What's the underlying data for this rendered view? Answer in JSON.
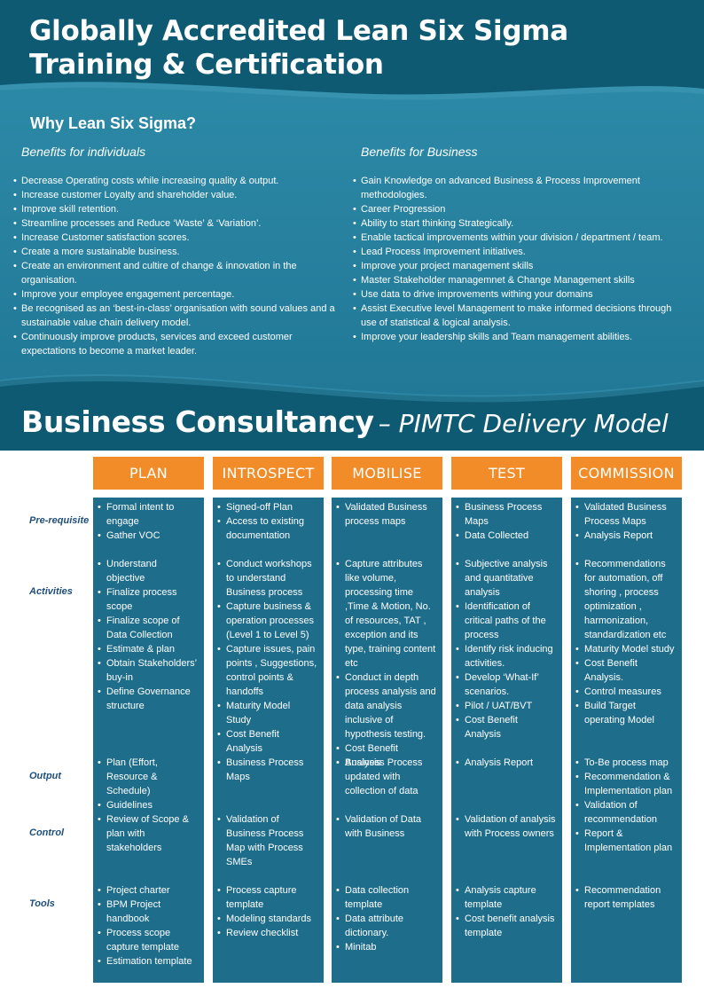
{
  "header": {
    "title_line1": "Globally Accredited Lean Six Sigma",
    "title_line2": "Training & Certification",
    "subtitle": "Why Lean Six Sigma?"
  },
  "benefits": {
    "individuals_heading": "Benefits for individuals",
    "individuals": [
      "Decrease Operating costs while increasing quality & output.",
      "Increase customer Loyalty and shareholder value.",
      "Improve skill retention.",
      "Streamline processes and Reduce ‘Waste’ & ‘Variation’.",
      "Increase Customer satisfaction scores.",
      "Create a more sustainable business.",
      "Create an environment and cultire of change & innovation in the organisation.",
      "Improve your employee engagement percentage.",
      "Be recognised as an ‘best-in-class’ organisation with sound values and a sustainable value chain delivery model.",
      "Continuously improve products, services and exceed customer expectations to become a market leader."
    ],
    "business_heading": "Benefits for Business",
    "business": [
      "Gain Knowledge on advanced Business & Process Improvement methodologies.",
      "Career Progression",
      "Ability to start thinking Strategically.",
      "Enable tactical improvements within your division / department / team.",
      "Lead Process Improvement initiatives.",
      "Improve your project management skills",
      "Master Stakeholder managemnet & Change Management skills",
      "Use data to drive improvements withing your domains",
      "Assist Executive level Management to make informed decisions through use of statistical & logical analysis.",
      "Improve your leadership skills and Team management abilities."
    ]
  },
  "consultancy": {
    "title_bold": "Business Consultancy",
    "title_italic": "– PIMTC Delivery Model",
    "row_labels": [
      "Pre-requisite",
      "Activities",
      "Output",
      "Control",
      "Tools"
    ],
    "phases": [
      {
        "name": "PLAN",
        "rows": [
          [
            "Formal intent to engage",
            "Gather VOC"
          ],
          [
            "Understand objective",
            "Finalize process scope",
            "Finalize scope of Data Collection",
            "Estimate & plan",
            "Obtain Stakeholders’ buy-in",
            "Define Governance structure"
          ],
          [
            "Plan (Effort, Resource & Schedule)",
            "Guidelines"
          ],
          [
            "Review of Scope & plan with stakeholders"
          ],
          [
            "Project charter",
            "BPM Project handbook",
            "Process scope capture template",
            "Estimation template"
          ]
        ]
      },
      {
        "name": "INTROSPECT",
        "rows": [
          [
            "Signed-off Plan",
            "Access to existing documentation"
          ],
          [
            "Conduct workshops to understand Business process",
            "Capture business & operation processes (Level 1 to Level 5)",
            "Capture issues, pain points , Suggestions, control points & handoffs",
            "Maturity Model Study",
            "Cost Benefit Analysis"
          ],
          [
            "Business Process Maps"
          ],
          [
            "Validation of Business Process Map with Process SMEs"
          ],
          [
            "Process capture template",
            "Modeling standards",
            "Review checklist"
          ]
        ]
      },
      {
        "name": "MOBILISE",
        "rows": [
          [
            "Validated Business process maps"
          ],
          [
            "Capture attributes like volume, processing time ,Time & Motion, No. of resources, TAT , exception and its type, training content etc",
            "Conduct in depth process analysis and data analysis inclusive of hypothesis testing.",
            "Cost Benefit Analysis"
          ],
          [
            "Business Process updated with collection of data"
          ],
          [
            "Validation of Data with Business"
          ],
          [
            "Data collection template",
            "Data attribute dictionary.",
            "Minitab"
          ]
        ]
      },
      {
        "name": "TEST",
        "rows": [
          [
            "Business Process Maps",
            "Data Collected"
          ],
          [
            "Subjective analysis and quantitative analysis",
            "Identification of critical paths of the process",
            "Identify risk inducing activities.",
            "Develop ‘What-If’ scenarios.",
            "Pilot / UAT/BVT",
            "Cost Benefit Analysis"
          ],
          [
            "Analysis Report"
          ],
          [
            "Validation of analysis with Process owners"
          ],
          [
            "Analysis capture template",
            "Cost benefit analysis template"
          ]
        ]
      },
      {
        "name": "COMMISSION",
        "rows": [
          [
            "Validated Business Process Maps",
            "Analysis Report"
          ],
          [
            "Recommendations for automation, off shoring , process optimization , harmonization, standardization etc",
            "Maturity Model study",
            "Cost Benefit Analysis.",
            "Control measures",
            "Build Target operating Model"
          ],
          [
            "To-Be process map",
            "Recommendation & Implementation plan",
            "Validation of recommendation",
            "Report & Implementation plan"
          ],
          [],
          [
            "Recommendation report templates"
          ]
        ]
      }
    ]
  },
  "colors": {
    "teal_dark": "#0f5a73",
    "teal_light": "#2d89a6",
    "teal_column": "#1e6d8b",
    "orange": "#f28c28",
    "label_blue": "#1f4f7a"
  }
}
